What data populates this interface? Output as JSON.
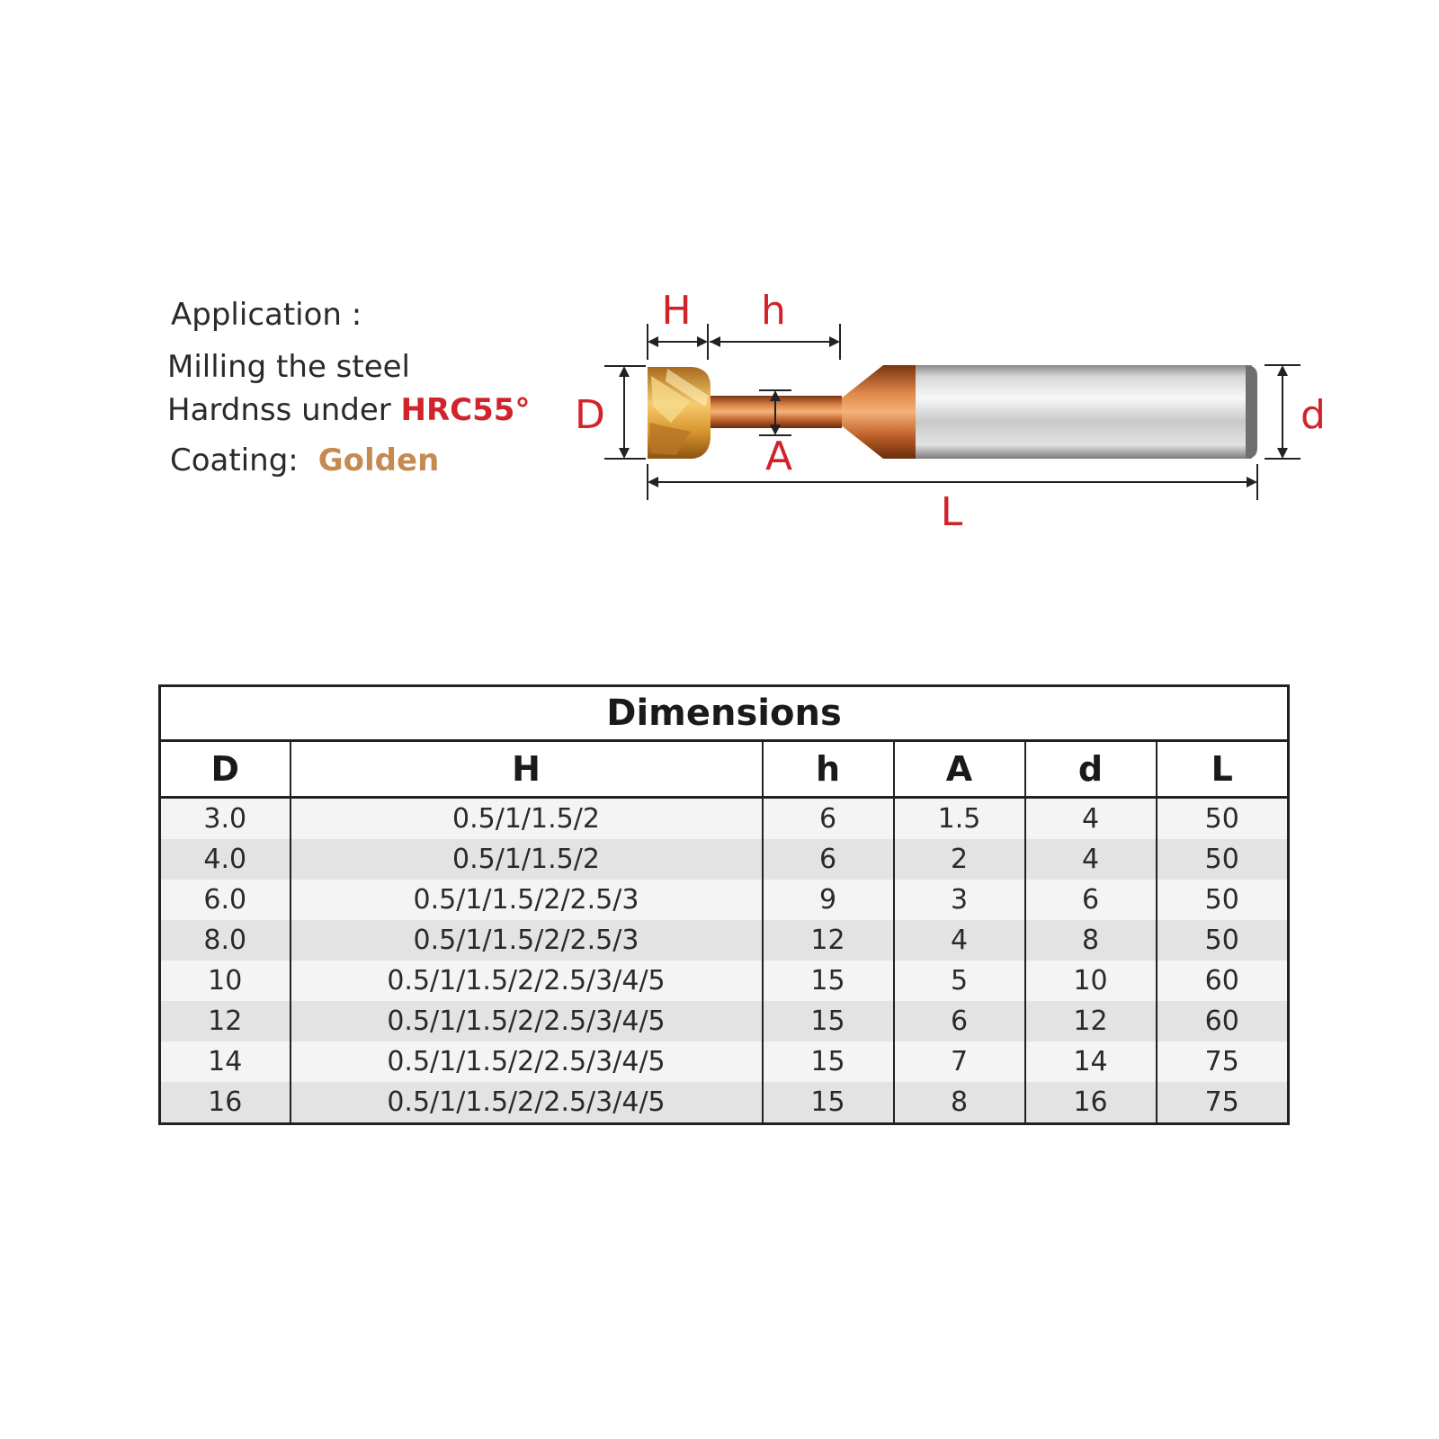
{
  "info": {
    "application_label": "Application :",
    "line1": "Milling the steel",
    "hardness_prefix": "Hardnss under ",
    "hardness_value": "HRC55°",
    "coating_label": "Coating:",
    "coating_value": "Golden"
  },
  "diagram_labels": {
    "H": "H",
    "h": "h",
    "D": "D",
    "A": "A",
    "d": "d",
    "L": "L"
  },
  "colors": {
    "label_red": "#d0242a",
    "golden": "#c58a4f",
    "coating_copper": "#c8692e",
    "shank_silver": "#d9d9d9"
  },
  "table": {
    "title": "Dimensions",
    "headers": [
      "D",
      "H",
      "h",
      "A",
      "d",
      "L"
    ],
    "rows": [
      [
        "3.0",
        "0.5/1/1.5/2",
        "6",
        "1.5",
        "4",
        "50"
      ],
      [
        "4.0",
        "0.5/1/1.5/2",
        "6",
        "2",
        "4",
        "50"
      ],
      [
        "6.0",
        "0.5/1/1.5/2/2.5/3",
        "9",
        "3",
        "6",
        "50"
      ],
      [
        "8.0",
        "0.5/1/1.5/2/2.5/3",
        "12",
        "4",
        "8",
        "50"
      ],
      [
        "10",
        "0.5/1/1.5/2/2.5/3/4/5",
        "15",
        "5",
        "10",
        "60"
      ],
      [
        "12",
        "0.5/1/1.5/2/2.5/3/4/5",
        "15",
        "6",
        "12",
        "60"
      ],
      [
        "14",
        "0.5/1/1.5/2/2.5/3/4/5",
        "15",
        "7",
        "14",
        "75"
      ],
      [
        "16",
        "0.5/1/1.5/2/2.5/3/4/5",
        "15",
        "8",
        "16",
        "75"
      ]
    ]
  }
}
